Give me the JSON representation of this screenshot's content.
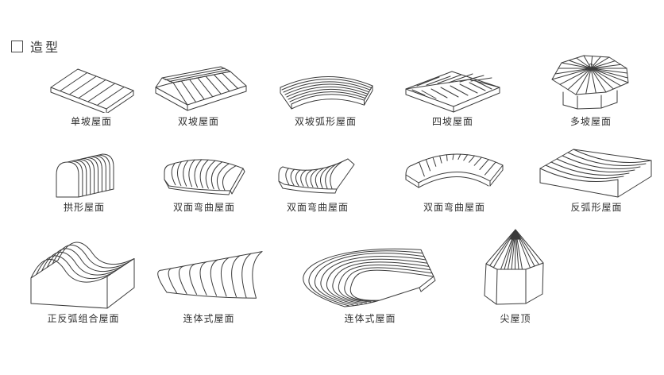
{
  "page": {
    "title": "造型",
    "background": "#ffffff",
    "line_color": "#3b3b3b",
    "label_color": "#323232"
  },
  "rows": [
    {
      "items": [
        {
          "label": "单坡屋面"
        },
        {
          "label": "双坡屋面"
        },
        {
          "label": "双坡弧形屋面"
        },
        {
          "label": "四坡屋面"
        },
        {
          "label": "多坡屋面"
        }
      ]
    },
    {
      "items": [
        {
          "label": "拱形屋面"
        },
        {
          "label": "双面弯曲屋面"
        },
        {
          "label": "双面弯曲屋面"
        },
        {
          "label": "双面弯曲屋面"
        },
        {
          "label": "反弧形屋面"
        }
      ]
    },
    {
      "items": [
        {
          "label": "正反弧组合屋面"
        },
        {
          "label": "连体式屋面"
        },
        {
          "label": "连体式屋面"
        },
        {
          "label": "尖屋顶"
        }
      ]
    }
  ]
}
